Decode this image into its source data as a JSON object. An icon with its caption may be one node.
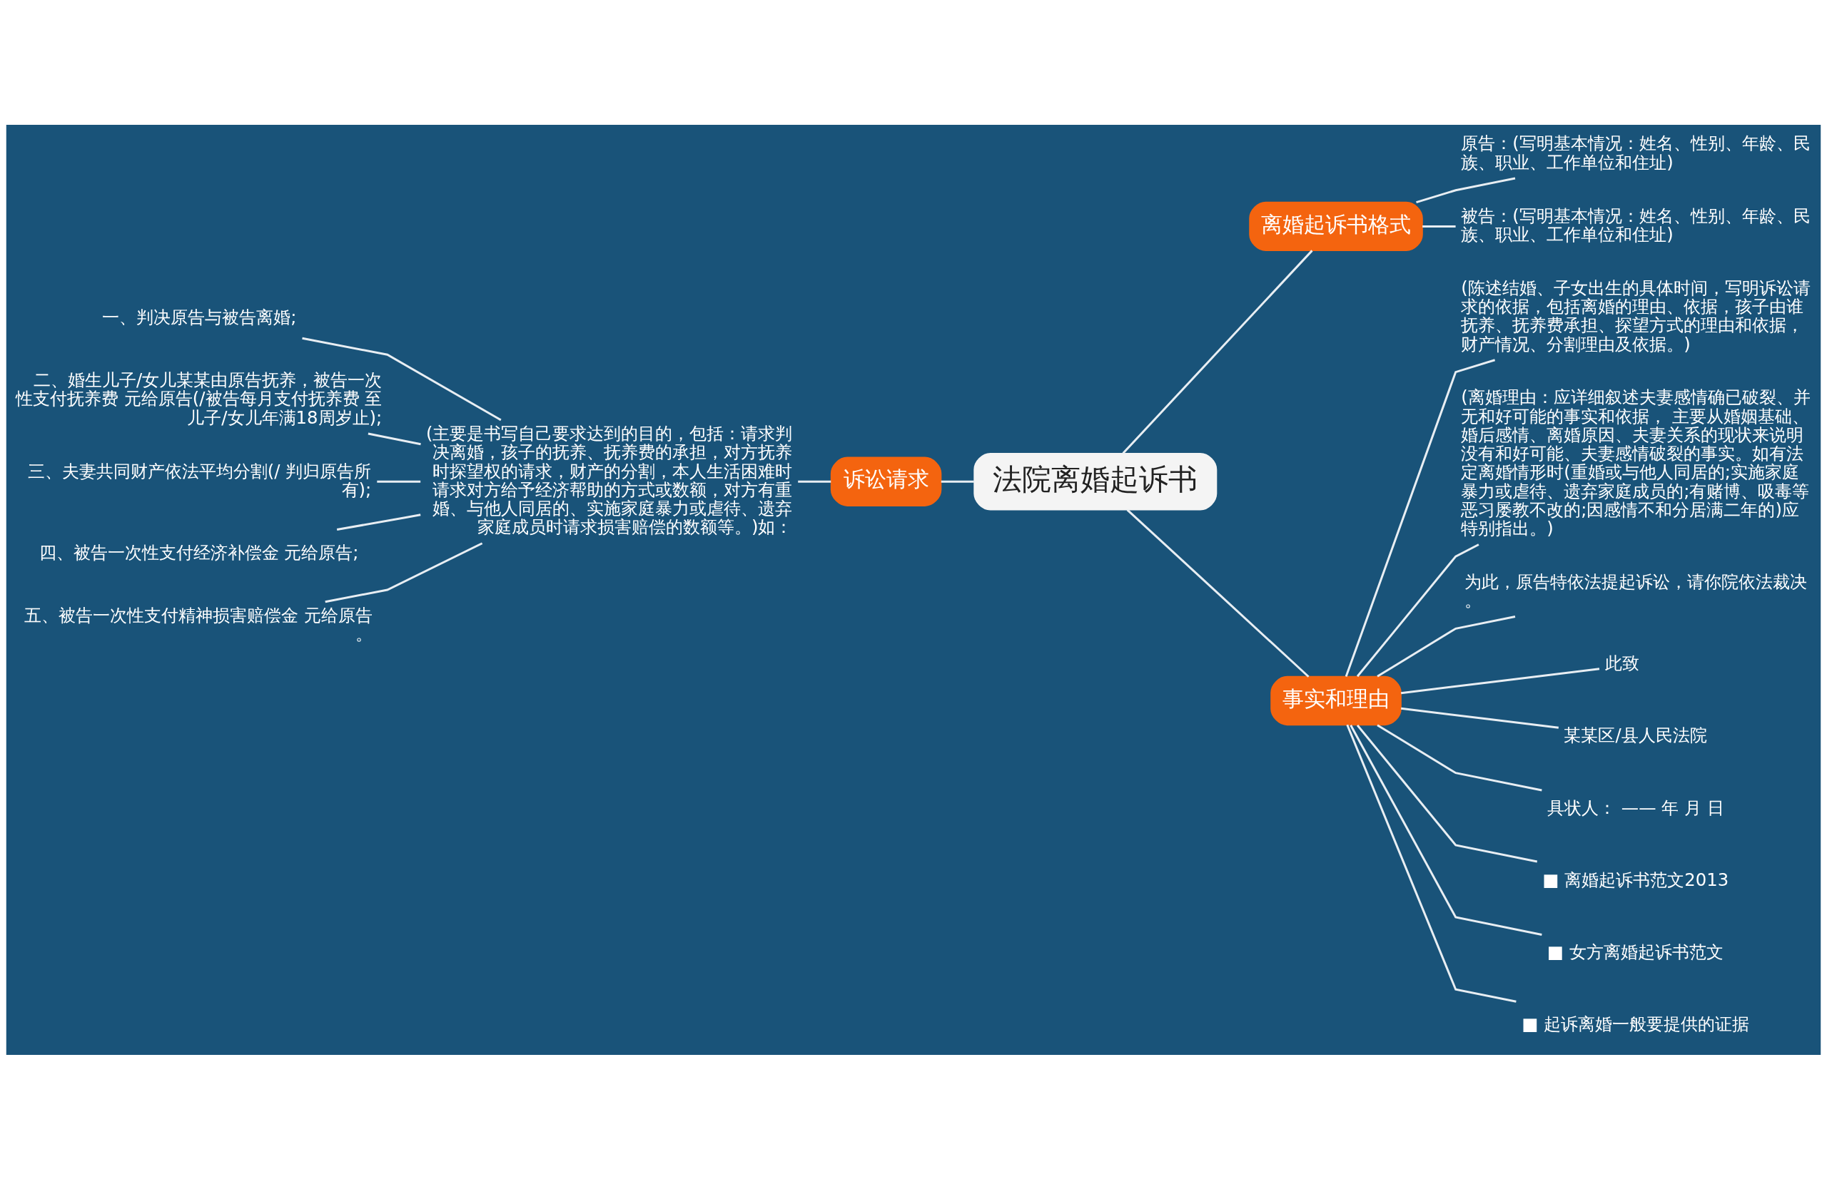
{
  "diagram": {
    "nodes": [
      {
        "text": [
          "法院离婚起诉书"
        ]
      },
      {
        "text": [
          "诉讼请求"
        ]
      },
      {
        "text": [
          "(主要是书写自己要求达到的目的，包括：请求判决离婚，孩子的抚养、抚养费的承担，对方抚养时探望权的请求，财产的分割，本人生活困难时请求对方给予经济帮助的方式或数额，对方有重婚、与他人同居的、实施家庭暴力或虐待、遗弃家庭成员时请求损害赔偿的数额等。)如："
        ]
      },
      {
        "text": [
          "一、判决原告与被告离婚;"
        ]
      },
      {
        "text": [
          "二、婚生儿子/女儿某某由原告抚养，被告一次性支付抚养费 元给原告(/被告每月支付抚养费 至儿子/女儿年满18周岁止);"
        ]
      },
      {
        "text": [
          "三、夫妻共同财产依法平均分割(/ 判归原告所有);"
        ]
      },
      {
        "text": [
          "四、被告一次性支付经济补偿金 元给原告;"
        ]
      },
      {
        "text": [
          "五、被告一次性支付精神损害赔偿金 元给原告。"
        ]
      },
      {
        "text": [
          "离婚起诉书格式"
        ]
      },
      {
        "text": [
          "原告：(写明基本情况：姓名、性别、年龄、民族、职业、工作单位和住址)"
        ]
      },
      {
        "text": [
          "被告：(写明基本情况：姓名、性别、年龄、民族、职业、工作单位和住址)"
        ]
      },
      {
        "text": [
          "事实和理由"
        ]
      },
      {
        "text": [
          "(陈述结婚、子女出生的具体时间，写明诉讼请求的依据，包括离婚的理由、依据，孩子由谁抚养、抚养费承担、探望方式的理由和依据，财产情况、分割理由及依据。)"
        ]
      },
      {
        "text": [
          "(离婚理由：应详细叙述夫妻感情确已破裂、并无和好可能的事实和依据， 主要从婚姻基础、婚后感情、离婚原因、夫妻关系的现状来说明没有和好可能、夫妻感情破裂的事实。如有法定离婚情形时(重婚或与他人同居的;实施家庭暴力或虐待、遗弃家庭成员的;有赌博、吸毒等恶习屡教不改的;因感情不和分居满二年的)应特别指出。)"
        ]
      },
      {
        "text": [
          "为此，原告特依法提起诉讼，请你院依法裁决。"
        ]
      },
      {
        "text": [
          "此致"
        ]
      },
      {
        "text": [
          "某某区/县人民法院"
        ]
      },
      {
        "text": [
          "具状人： —— 年 月 日"
        ]
      },
      {
        "text": [
          "■ 离婚起诉书范文2013"
        ]
      },
      {
        "text": [
          "■ 女方离婚起诉书范文"
        ]
      },
      {
        "text": [
          "■ 起诉离婚一般要提供的证据"
        ]
      }
    ],
    "edges": [
      {
        "from": 0,
        "to": 1,
        "arrow": "none"
      },
      {
        "from": 1,
        "to": 2,
        "arrow": "none"
      },
      {
        "from": 2,
        "to": 3,
        "arrow": "none"
      },
      {
        "from": 2,
        "to": 4,
        "arrow": "none"
      },
      {
        "from": 2,
        "to": 5,
        "arrow": "none"
      },
      {
        "from": 2,
        "to": 6,
        "arrow": "none"
      },
      {
        "from": 2,
        "to": 7,
        "arrow": "none"
      },
      {
        "from": 0,
        "to": 8,
        "arrow": "none"
      },
      {
        "from": 8,
        "to": 9,
        "arrow": "none"
      },
      {
        "from": 8,
        "to": 10,
        "arrow": "none"
      },
      {
        "from": 0,
        "to": 11,
        "arrow": "none"
      },
      {
        "from": 11,
        "to": 12,
        "arrow": "none"
      },
      {
        "from": 11,
        "to": 13,
        "arrow": "none"
      },
      {
        "from": 11,
        "to": 14,
        "arrow": "none"
      },
      {
        "from": 11,
        "to": 15,
        "arrow": "none"
      },
      {
        "from": 11,
        "to": 16,
        "arrow": "none"
      },
      {
        "from": 11,
        "to": 17,
        "arrow": "none"
      },
      {
        "from": 11,
        "to": 18,
        "arrow": "none"
      },
      {
        "from": 11,
        "to": 19,
        "arrow": "none"
      },
      {
        "from": 11,
        "to": 20,
        "arrow": "none"
      }
    ]
  }
}
